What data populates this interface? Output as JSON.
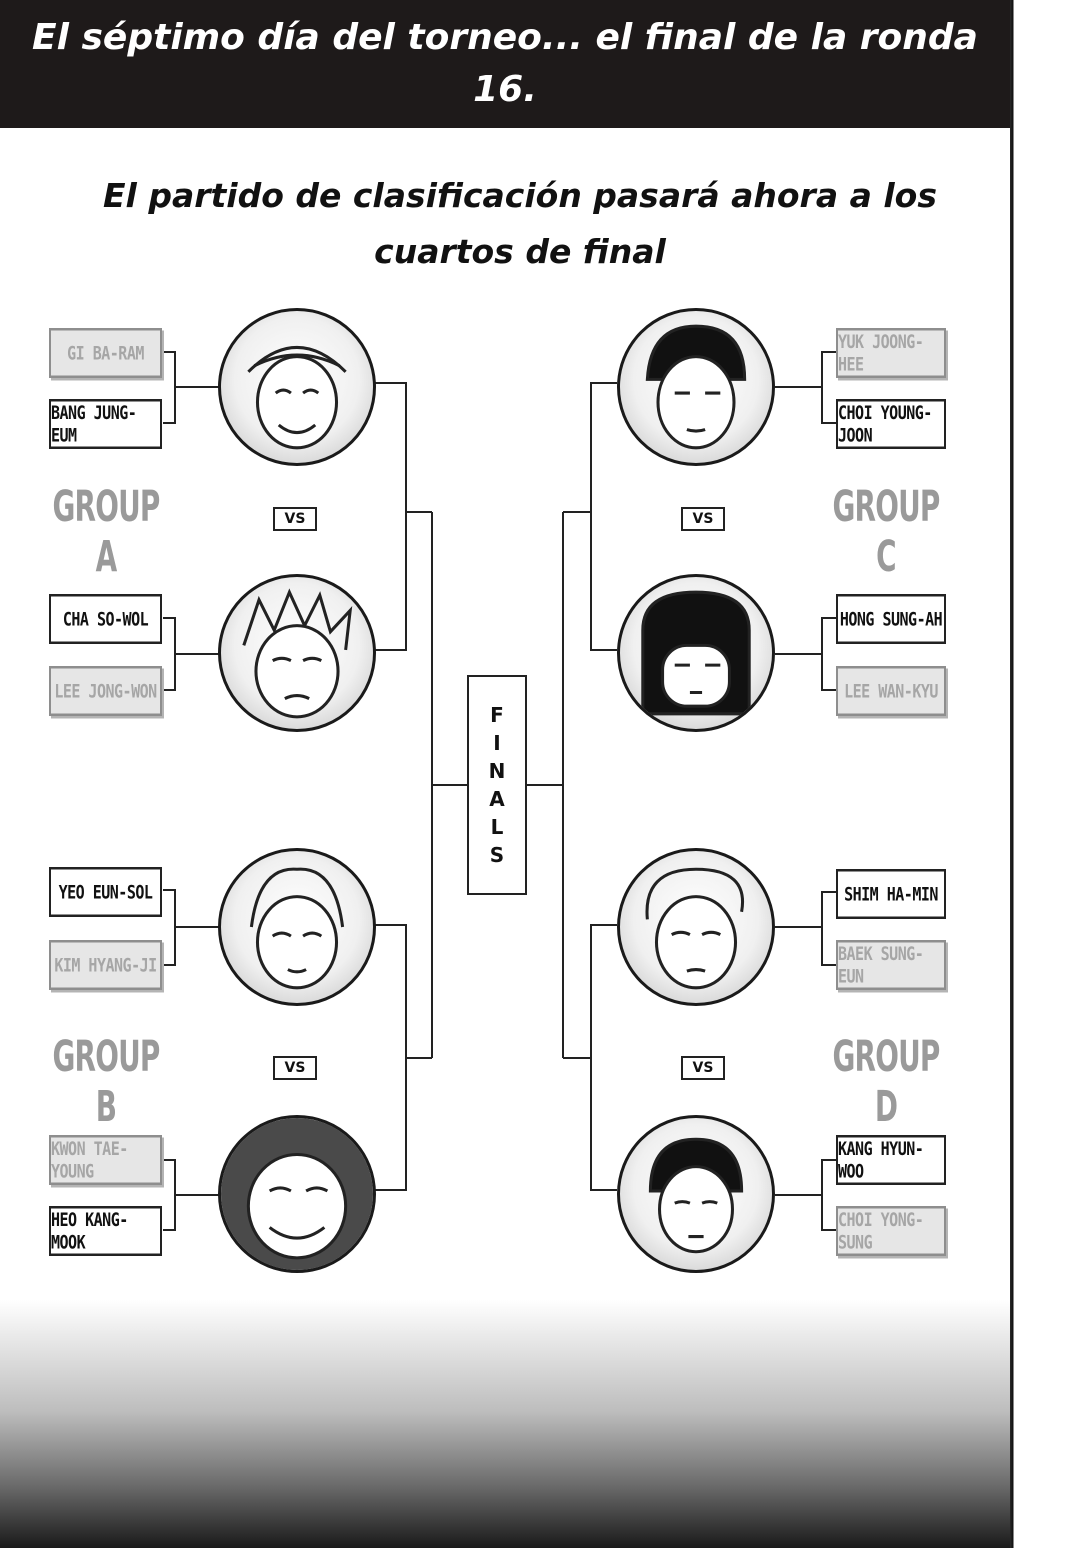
{
  "header": {
    "title": "El séptimo día del torneo... el final de la ronda 16.",
    "subtitle": "El partido de clasificación pasará ahora a los cuartos de final"
  },
  "groups": {
    "a": "GROUP A",
    "b": "GROUP B",
    "c": "GROUP C",
    "d": "GROUP D"
  },
  "vs_label": "VS",
  "finals_label": [
    "F",
    "I",
    "N",
    "A",
    "L",
    "S"
  ],
  "players": {
    "gi_ba_ram": "GI BA-RAM",
    "bang_jung_eum": "BANG JUNG-EUM",
    "cha_so_wol": "CHA SO-WOL",
    "lee_jong_won": "LEE JONG-WON",
    "yeo_eun_sol": "YEO EUN-SOL",
    "kim_hyang_ji": "KIM HYANG-JI",
    "kwon_tae_young": "KWON TAE-YOUNG",
    "heo_kang_mook": "HEO KANG-MOOK",
    "yuk_joong_hee": "YUK JOONG-HEE",
    "choi_young_joon": "CHOI YOUNG-JOON",
    "hong_sung_ah": "HONG SUNG-AH",
    "lee_wan_kyu": "LEE WAN-KYU",
    "shim_ha_min": "SHIM HA-MIN",
    "baek_sung_eun": "BAEK SUNG-EUN",
    "kang_hyun_woo": "KANG HYUN-WOO",
    "choi_yong_sung": "CHOI YONG-SUNG"
  },
  "colors": {
    "banner_bg": "#1e1a1a",
    "winner_text": "#111111",
    "eliminated_text": "#a6a6a6",
    "group_label": "#9a9a9a"
  }
}
